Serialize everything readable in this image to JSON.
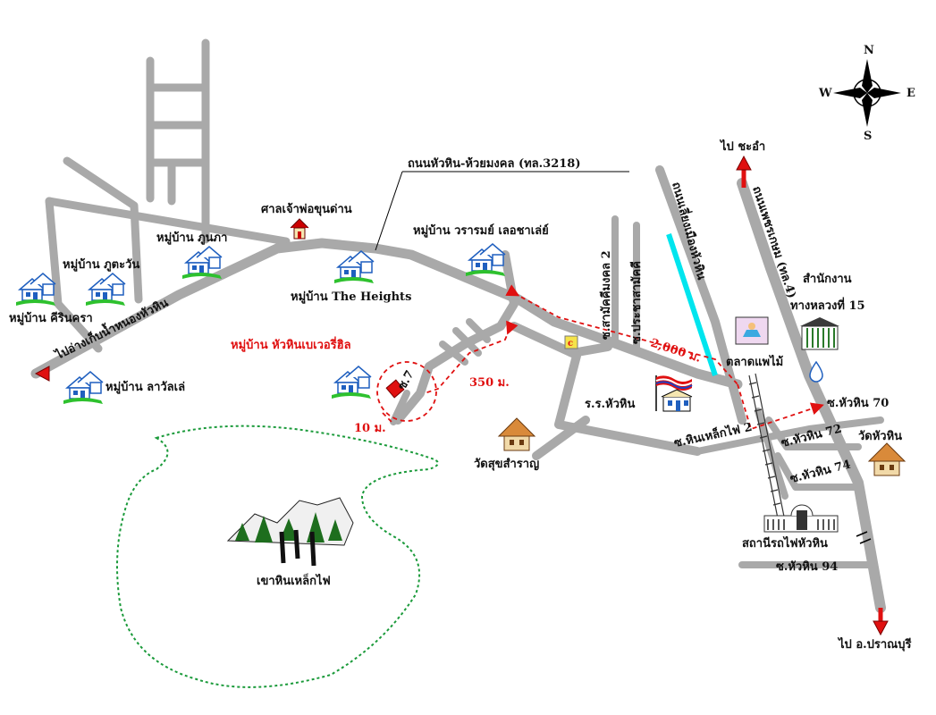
{
  "compass": {
    "n": "N",
    "s": "S",
    "e": "E",
    "w": "W"
  },
  "labels": {
    "main_road": "ถนนหัวหิน-ห้วยมงคล (ทล.3218)",
    "shrine": "ศาลเจ้าพ่อขุนด่าน",
    "village_phunpha": "หมู่บ้าน ภูนภา",
    "village_phutawan": "หมู่บ้าน ภูตะวัน",
    "village_kirinkhara": "หมู่บ้าน คีรินครา",
    "village_lawanle": "หมู่บ้าน ลาวัลเล่",
    "village_heights": "หมู่บ้าน The Heights",
    "village_waram": "หมู่บ้าน วรารมย์ เลอชาเล่ย์",
    "village_target": "หมู่บ้าน หัวหินเบเวอรี่ฮิล",
    "to_nong_hua_hin": "ไปอ่างเก็บน้ำหนองหัวหิน",
    "to_cha_am": "ไป ชะอำ",
    "to_pranburi": "ไป อ.ปราณบุรี",
    "soi_samakkhi": "ซ.สามัคคีมงคล 2",
    "soi_prachasamakkhi": "ซ.ประชาสามัคคี",
    "road_bypass": "ถนนเลี่ยงเมืองหัวหิน",
    "road_phetkasem": "ถนนเพชรเกษม (ทล.4)",
    "soi_hinlekfai": "ซ.หินเหล็กไฟ 2",
    "soi70": "ซ.หัวหิน 70",
    "soi72": "ซ.หัวหิน 72",
    "soi74": "ซ.หัวหิน 74",
    "soi94": "ซ.หัวหิน 94",
    "dist_2000": "2,000 ม.",
    "dist_350": "350 ม.",
    "dist_10": "10 ม.",
    "soi_7": "ซ.7",
    "market": "ตลาดแพไม้",
    "office": "สำนักงาน",
    "office2": "ทางหลวงที่ 15",
    "school": "ร.ร.หัวหิน",
    "wat_hua_hin": "วัดหัวหิน",
    "wat_suksamran": "วัดสุขสำราญ",
    "station": "สถานีรถไฟหัวหิน",
    "mountain": "เขาหินเหล็กไฟ"
  },
  "colors": {
    "road": "#a9a9a9",
    "route": "#e01010",
    "water": "#00e5ee",
    "park_outline": "#1a9a3a",
    "house_blue": "#1f5fbf",
    "house_green": "#2ec12e"
  },
  "icons": [
    "compass-icon",
    "house-icon",
    "shrine-icon",
    "flag-icon",
    "temple-icon",
    "station-icon",
    "office-icon",
    "market-icon",
    "mountain-icon",
    "shop-icon",
    "water-drop-icon",
    "arrow-icon"
  ]
}
